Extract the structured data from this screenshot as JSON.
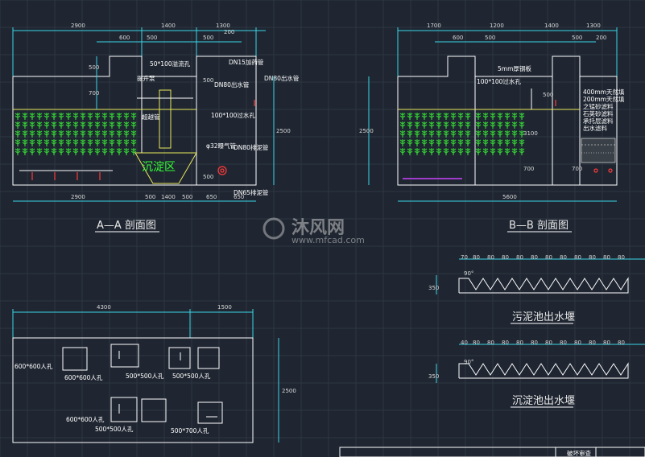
{
  "section_aa": {
    "title": "A—A 剖面图",
    "dims_top": [
      "2900",
      "1400",
      "1300"
    ],
    "dims_top2": [
      "600",
      "500",
      "500",
      "200"
    ],
    "dims_bottom": [
      "2900",
      "500",
      "1400",
      "500",
      "650",
      "650"
    ],
    "dims_left": [
      "500",
      "700"
    ],
    "dims_right": [
      "2500"
    ],
    "dims_inner": [
      "500",
      "500"
    ],
    "labels": {
      "pipe1": "50*100溢流孔",
      "pipe2": "DN15加药管",
      "pipe3": "DN80出水管",
      "pipe4": "DN80出水管",
      "pipe5": "100*100过水孔",
      "pipe6": "φ32曝气管",
      "pipe7": "DN80排泥管",
      "pipe8": "DN65排泥管",
      "pipe9": "提升泵",
      "pipe10": "超越管",
      "zone": "沉淀区"
    }
  },
  "section_bb": {
    "title": "B—B 剖面图",
    "dims_top": [
      "1700",
      "1200",
      "1400",
      "1300"
    ],
    "dims_top2": [
      "600",
      "500",
      "500",
      "200"
    ],
    "dims_bottom": [
      "5600"
    ],
    "dims_left": [
      "2500"
    ],
    "dims_inner": [
      "500",
      "3100",
      "700",
      "700"
    ],
    "labels": {
      "l1": "5mm厚钢板",
      "l2": "100*100过水孔",
      "l3": "400mm天然填",
      "l4": "200mm天然填",
      "l5": "之锰砂滤料",
      "l6": "石英砂滤料",
      "l7": "承托层滤料",
      "l8": "出水滤料"
    }
  },
  "plan": {
    "dims_top": [
      "4300",
      "1500"
    ],
    "dims_right": [
      "2500"
    ],
    "holes": [
      "600*600人孔",
      "600*600人孔",
      "500*500人孔",
      "500*500人孔",
      "600*600人孔",
      "500*500人孔",
      "500*700人孔"
    ]
  },
  "weir1": {
    "title": "污泥池出水堰",
    "dims": [
      "70",
      "80",
      "80",
      "80",
      "80",
      "80",
      "80",
      "80",
      "80",
      "80",
      "80",
      "80"
    ],
    "angle": "90°",
    "height": "350"
  },
  "weir2": {
    "title": "沉淀池出水堰",
    "dims": [
      "40",
      "80",
      "80",
      "80",
      "80",
      "80",
      "80",
      "80",
      "80",
      "80",
      "80",
      "80"
    ],
    "angle": "90°",
    "height": "350"
  },
  "watermark": {
    "brand": "沐风网",
    "url": "www.mfcad.com"
  },
  "title_block": {
    "cell": "破坏审查"
  },
  "colors": {
    "background": "#1f2631",
    "dimension": "#3ad6e6",
    "outline": "#ffffff",
    "water": "#e8e85a",
    "plants": "#33cc33",
    "pipe": "#ff3b3b"
  }
}
